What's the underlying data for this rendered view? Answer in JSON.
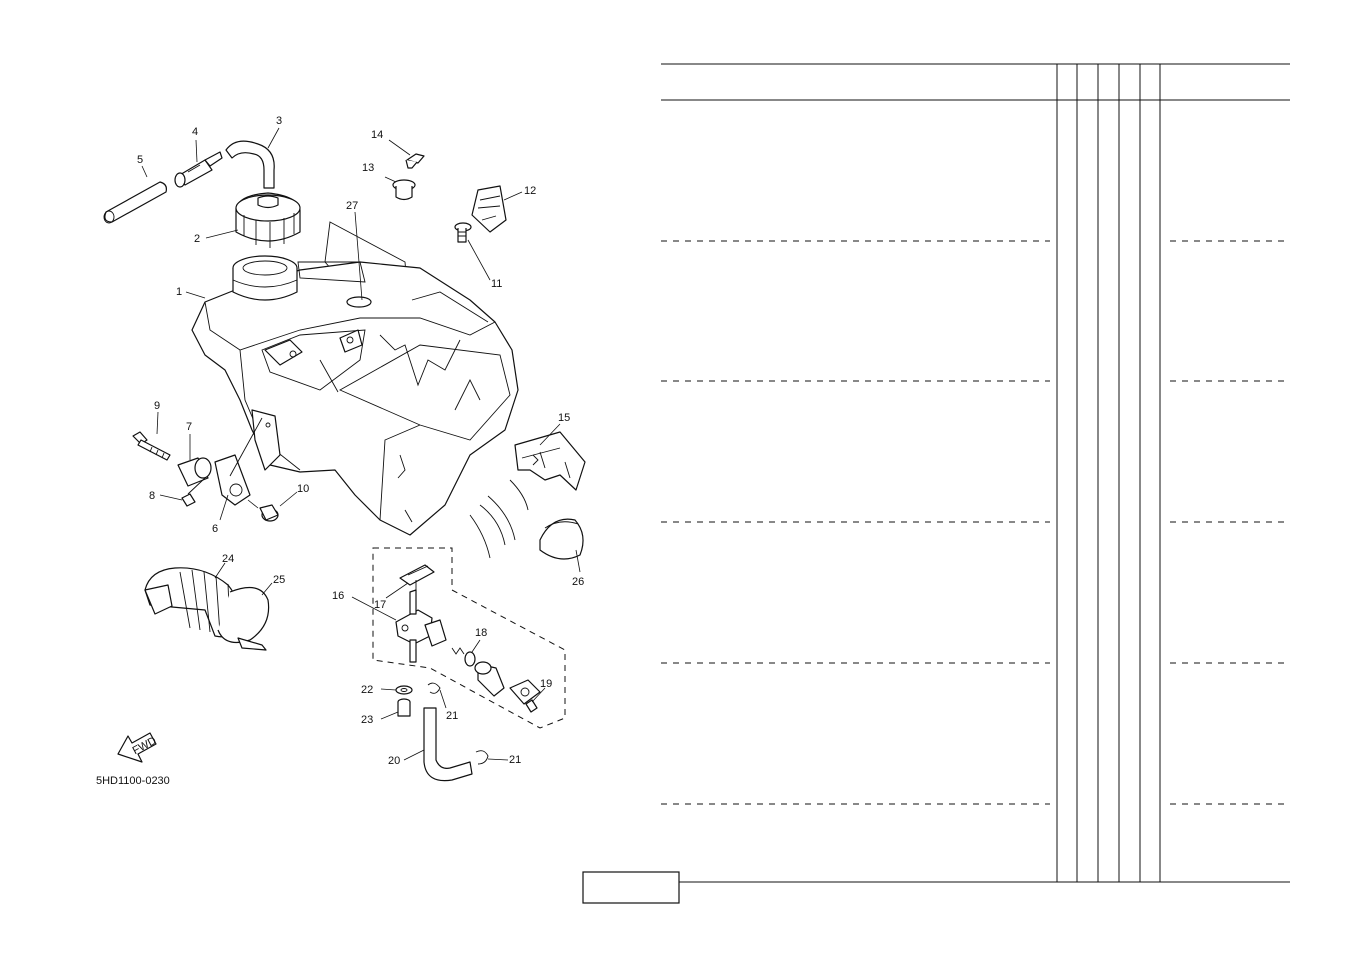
{
  "diagram": {
    "drawing_code": "5HD1100-0230",
    "fwd_arrow_label": "FWD",
    "callouts": [
      "1",
      "2",
      "3",
      "4",
      "5",
      "6",
      "7",
      "8",
      "9",
      "10",
      "11",
      "12",
      "13",
      "14",
      "15",
      "16",
      "17",
      "18",
      "19",
      "20",
      "21",
      "21",
      "22",
      "23",
      "24",
      "25",
      "26",
      "27"
    ]
  },
  "parts_table": {
    "columns": [
      "",
      "",
      "",
      "",
      "",
      "",
      ""
    ],
    "rows": 5,
    "page_label": ""
  }
}
